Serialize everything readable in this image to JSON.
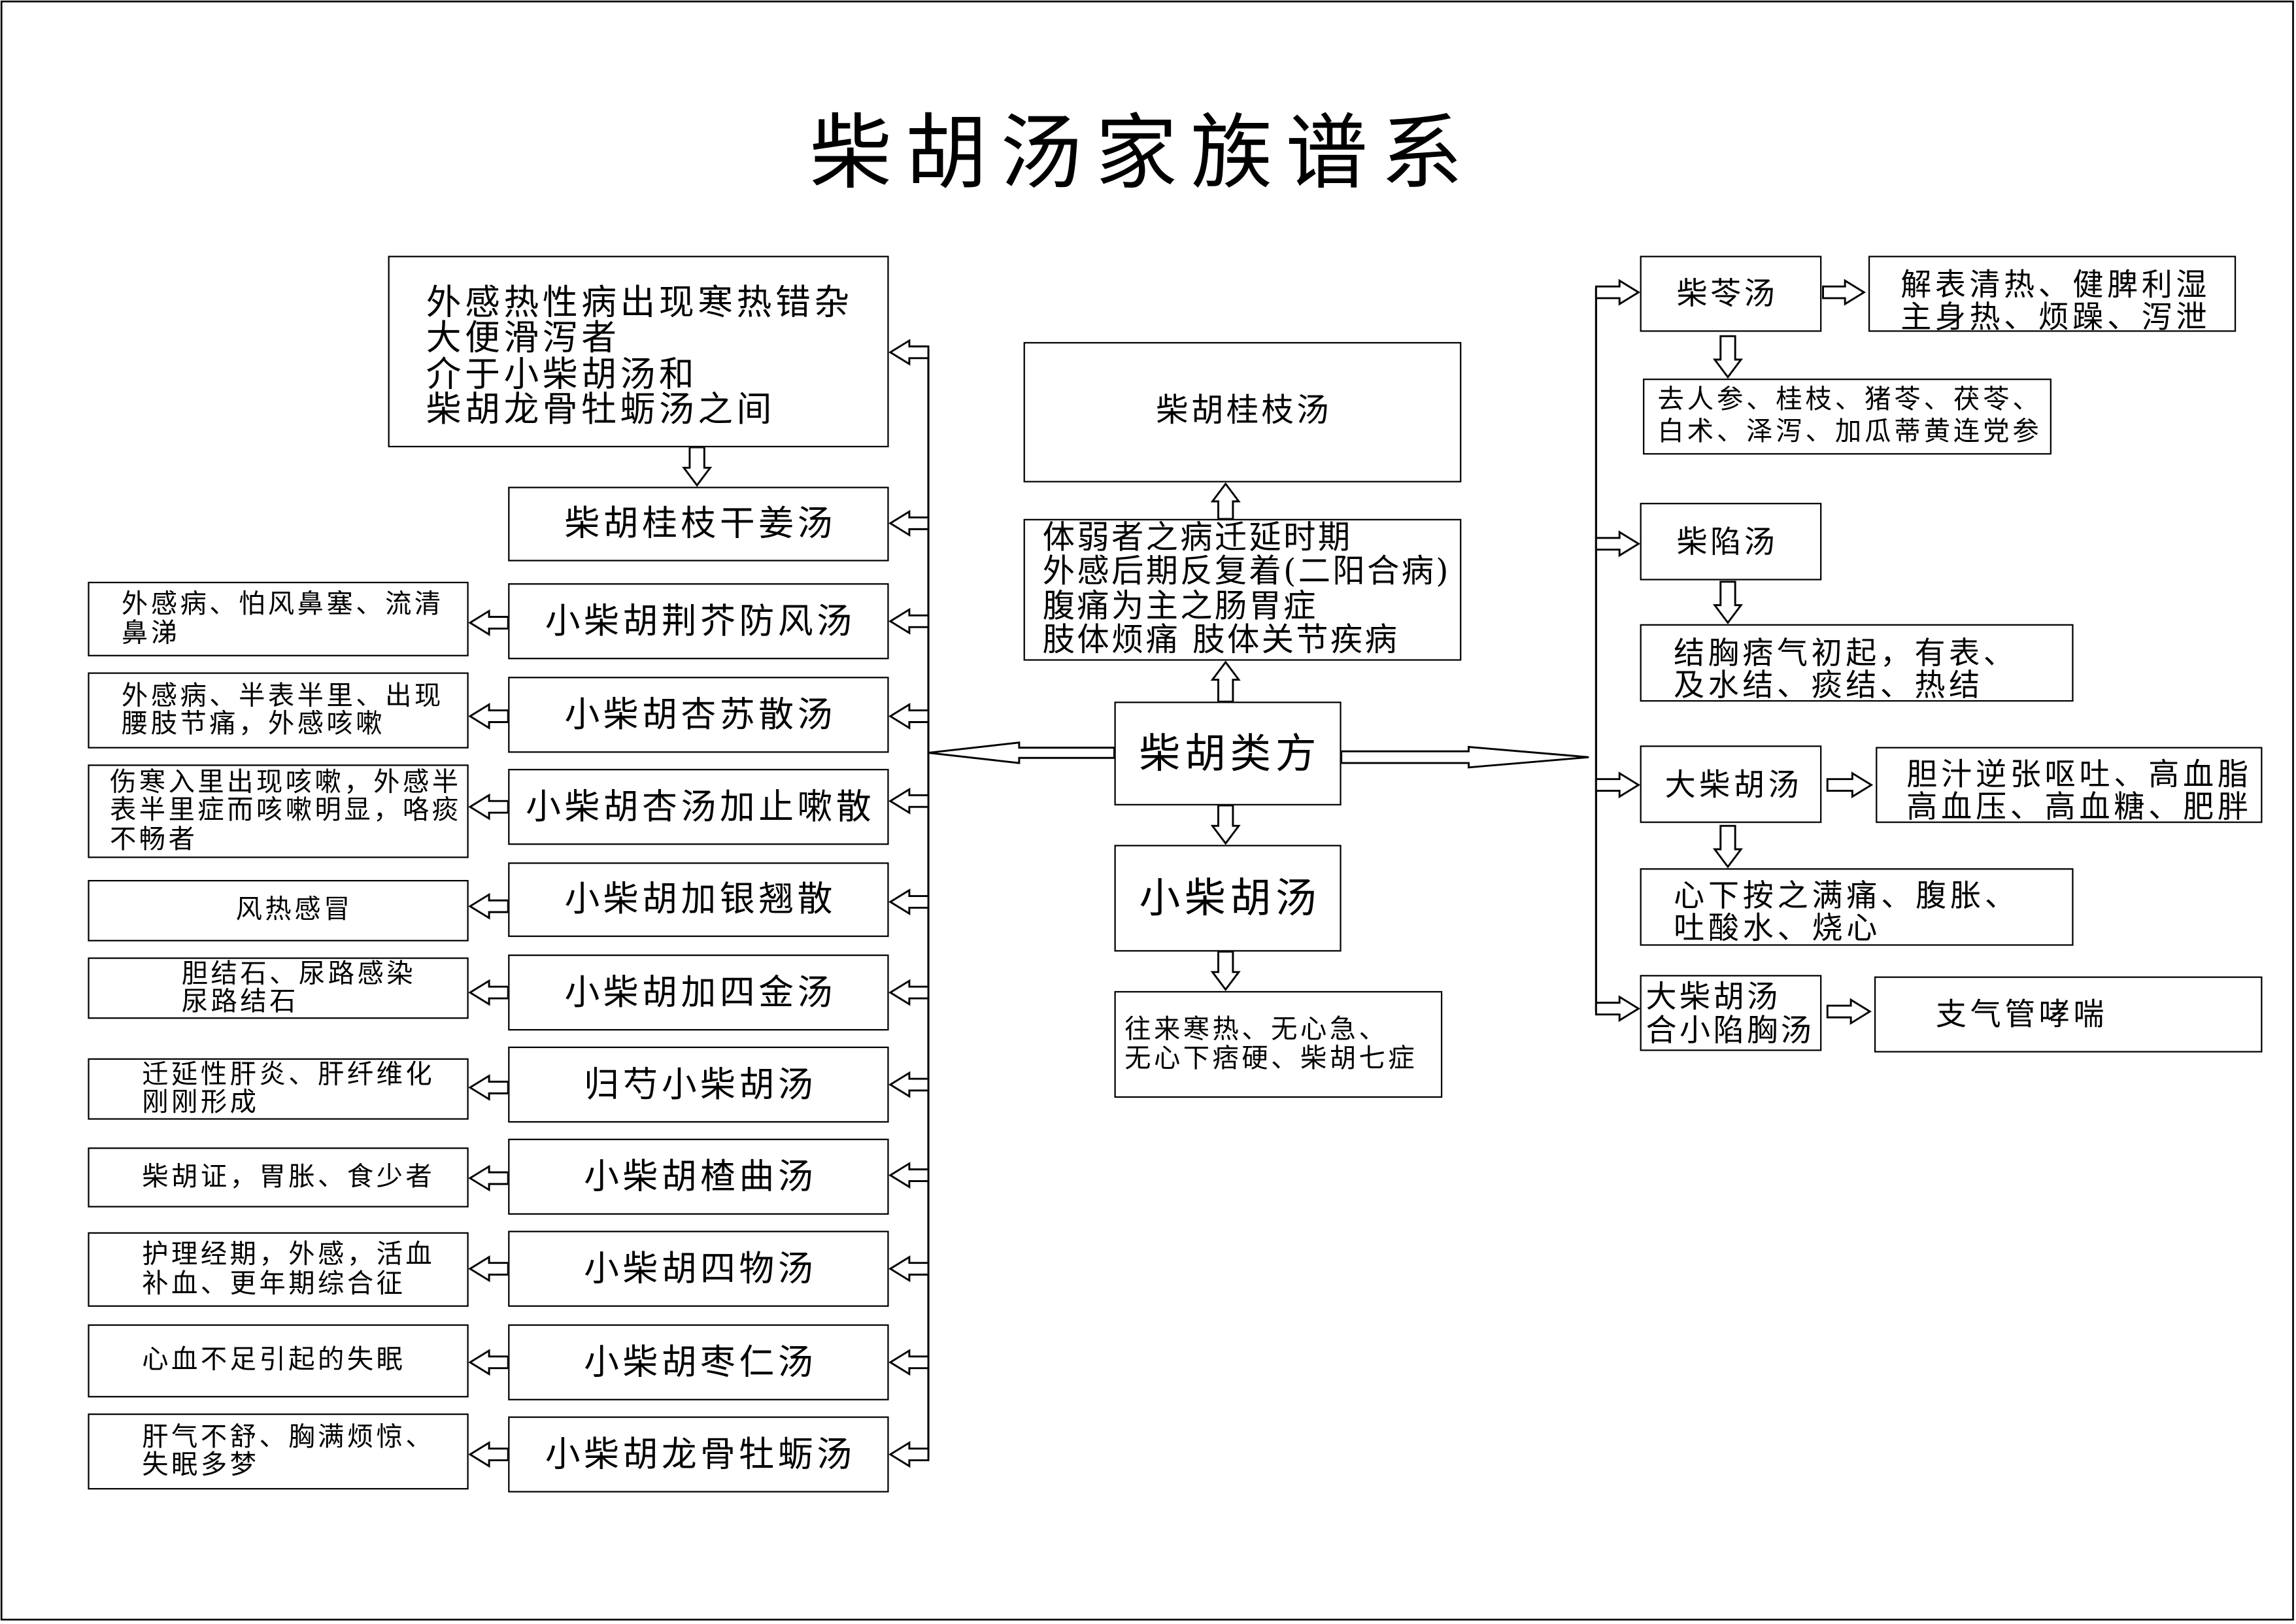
{
  "title": "柴胡汤家族谱系",
  "root": "柴胡类方",
  "center": {
    "upper_formula": "柴胡桂枝汤",
    "upper_indications": [
      "体弱者之病迁延时期",
      "外感后期反复着(二阳合病)",
      "腹痛为主之肠胃症",
      "肢体烦痛 肢体关节疾病"
    ],
    "lower_formula": "小柴胡汤",
    "lower_indications": [
      "往来寒热、无心急、",
      "无心下痞硬、柴胡七症"
    ]
  },
  "left_branch": {
    "intro_note": [
      "外感热性病出现寒热错杂",
      "大便滑泻者",
      "介于小柴胡汤和",
      "柴胡龙骨牡蛎汤之间"
    ],
    "formulas": [
      {
        "name": "柴胡桂枝干姜汤"
      },
      {
        "name": "小柴胡荆芥防风汤",
        "note": [
          "外感病、怕风鼻塞、流清",
          "鼻涕"
        ]
      },
      {
        "name": "小柴胡杏苏散汤",
        "note": [
          "外感病、半表半里、出现",
          "腰肢节痛，外感咳嗽"
        ]
      },
      {
        "name": "小柴胡杏汤加止嗽散",
        "note": [
          "伤寒入里出现咳嗽，外感半",
          "表半里症而咳嗽明显，咯痰",
          "不畅者"
        ]
      },
      {
        "name": "小柴胡加银翘散",
        "note": [
          "风热感冒"
        ]
      },
      {
        "name": "小柴胡加四金汤",
        "note": [
          "胆结石、尿路感染",
          "尿路结石"
        ]
      },
      {
        "name": "归芍小柴胡汤",
        "note": [
          "迁延性肝炎、肝纤维化",
          "刚刚形成"
        ]
      },
      {
        "name": "小柴胡楂曲汤",
        "note": [
          "柴胡证，胃胀、食少者"
        ]
      },
      {
        "name": "小柴胡四物汤",
        "note": [
          "护理经期，外感，活血",
          "补血、更年期综合征"
        ]
      },
      {
        "name": "小柴胡枣仁汤",
        "note": [
          "心血不足引起的失眠"
        ]
      },
      {
        "name": "小柴胡龙骨牡蛎汤",
        "note": [
          "肝气不舒、胸满烦惊、",
          "失眠多梦"
        ]
      }
    ]
  },
  "right_branch": {
    "formulas": [
      {
        "name": [
          "柴苓汤"
        ],
        "side_note": [
          "解表清热、健脾利湿",
          "主身热、烦躁、泻泄"
        ],
        "below_note": [
          "去人参、桂枝、猪苓、茯苓、",
          "白术、泽泻、加瓜蒂黄连党参"
        ]
      },
      {
        "name": [
          "柴陷汤"
        ],
        "below_note": [
          "结胸痞气初起，有表、",
          "及水结、痰结、热结"
        ]
      },
      {
        "name": [
          "大柴胡汤"
        ],
        "side_note": [
          "胆汁逆张呕吐、高血脂",
          "高血压、高血糖、肥胖"
        ],
        "below_note": [
          "心下按之满痛、腹胀、",
          "吐酸水、烧心"
        ]
      },
      {
        "name": [
          "大柴胡汤",
          "合小陷胸汤"
        ],
        "side_note": [
          "支气管哮喘"
        ]
      }
    ]
  }
}
